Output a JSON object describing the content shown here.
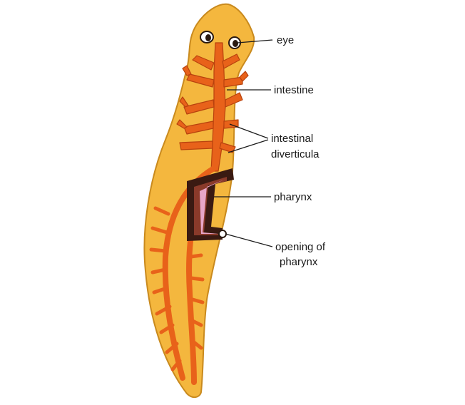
{
  "labels": {
    "eye": "eye",
    "intestine": "intestine",
    "intestinal_diverticula_line1": "intestinal",
    "intestinal_diverticula_line2": "diverticula",
    "pharynx": "pharynx",
    "opening_of_pharynx_line1": "opening of",
    "opening_of_pharynx_line2": "pharynx"
  },
  "colors": {
    "body_fill": "#f4b73e",
    "body_outline": "#c98a1e",
    "intestine": "#e8621a",
    "intestine_outline": "#b8420e",
    "pharynx_outer": "#3a1a12",
    "pharynx_mid": "#8a3a2a",
    "pharynx_inner": "#e8a6c8",
    "eye": "#2a1a10",
    "label_text": "#1a1a1a"
  },
  "icons": {
    "eye_spot": "eye-icon"
  }
}
